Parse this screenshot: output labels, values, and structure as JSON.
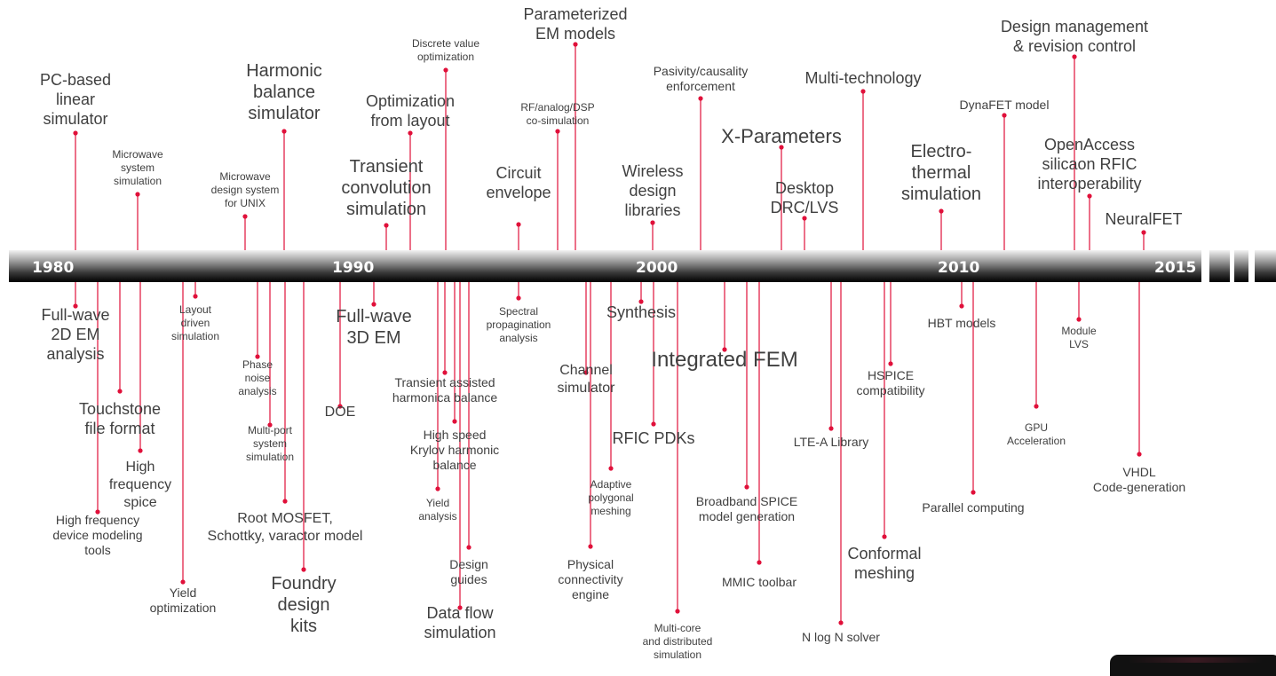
{
  "timeline": {
    "years": [
      "1980",
      "1990",
      "2000",
      "2010",
      "2015"
    ],
    "accent_color": "#e0103a",
    "bar_dark": "#111111",
    "bar_light": "#e6e6e6"
  },
  "milestones_above": [
    {
      "id": "pc-based-linear",
      "lines": [
        "PC-based",
        "linear",
        "simulator"
      ]
    },
    {
      "id": "microwave-system-sim",
      "lines": [
        "Microwave",
        "system",
        "simulation"
      ]
    },
    {
      "id": "microwave-design-unix",
      "lines": [
        "Microwave",
        "design system",
        "for UNIX"
      ]
    },
    {
      "id": "harmonic-balance",
      "lines": [
        "Harmonic",
        "balance",
        "simulator"
      ]
    },
    {
      "id": "transient-convolution",
      "lines": [
        "Transient",
        "convolution",
        "simulation"
      ]
    },
    {
      "id": "optimization-from-layout",
      "lines": [
        "Optimization",
        "from layout"
      ]
    },
    {
      "id": "discrete-value-opt",
      "lines": [
        "Discrete value",
        "optimization"
      ]
    },
    {
      "id": "circuit-envelope",
      "lines": [
        "Circuit",
        "envelope"
      ]
    },
    {
      "id": "rf-analog-dsp",
      "lines": [
        "RF/analog/DSP",
        "co-simulation"
      ]
    },
    {
      "id": "parameterized-em",
      "lines": [
        "Parameterized",
        "EM models"
      ]
    },
    {
      "id": "wireless-design-libraries",
      "lines": [
        "Wireless",
        "design",
        "libraries"
      ]
    },
    {
      "id": "passivity-causality",
      "lines": [
        "Pasivity/causality",
        "enforcement"
      ]
    },
    {
      "id": "x-parameters",
      "lines": [
        "X-Parameters"
      ]
    },
    {
      "id": "desktop-drc-lvs",
      "lines": [
        "Desktop",
        "DRC/LVS"
      ]
    },
    {
      "id": "multi-technology",
      "lines": [
        "Multi-technology"
      ]
    },
    {
      "id": "electro-thermal",
      "lines": [
        "Electro-",
        "thermal",
        "simulation"
      ]
    },
    {
      "id": "dynafet",
      "lines": [
        "DynaFET model"
      ]
    },
    {
      "id": "design-management",
      "lines": [
        "Design management",
        "& revision control"
      ]
    },
    {
      "id": "openaccess",
      "lines": [
        "OpenAccess",
        "silicaon RFIC",
        "interoperability"
      ]
    },
    {
      "id": "neuralfet",
      "lines": [
        "NeuralFET"
      ]
    }
  ],
  "milestones_below": [
    {
      "id": "full-wave-2d",
      "lines": [
        "Full-wave",
        "2D EM",
        "analysis"
      ]
    },
    {
      "id": "touchstone",
      "lines": [
        "Touchstone",
        "file format"
      ]
    },
    {
      "id": "hf-device-modeling",
      "lines": [
        "High frequency",
        "device modeling",
        "tools"
      ]
    },
    {
      "id": "high-frequency-spice",
      "lines": [
        "High",
        "frequency",
        "spice"
      ]
    },
    {
      "id": "yield-optimization",
      "lines": [
        "Yield",
        "optimization"
      ]
    },
    {
      "id": "layout-driven",
      "lines": [
        "Layout",
        "driven",
        "simulation"
      ]
    },
    {
      "id": "phase-noise",
      "lines": [
        "Phase",
        "noise",
        "analysis"
      ]
    },
    {
      "id": "multi-port-system",
      "lines": [
        "Multi-port",
        "system",
        "simulation"
      ]
    },
    {
      "id": "root-mosfet",
      "lines": [
        "Root MOSFET,",
        "Schottky, varactor model"
      ]
    },
    {
      "id": "foundry-design-kits",
      "lines": [
        "Foundry",
        "design",
        "kits"
      ]
    },
    {
      "id": "doe",
      "lines": [
        "DOE"
      ]
    },
    {
      "id": "full-wave-3d",
      "lines": [
        "Full-wave",
        "3D EM"
      ]
    },
    {
      "id": "transient-assisted-hb",
      "lines": [
        "Transient assisted",
        "harmonica balance"
      ]
    },
    {
      "id": "high-speed-krylov",
      "lines": [
        "High speed",
        "Krylov harmonic",
        "balance"
      ]
    },
    {
      "id": "yield-analysis",
      "lines": [
        "Yield",
        "analysis"
      ]
    },
    {
      "id": "data-flow-simulation",
      "lines": [
        "Data flow",
        "simulation"
      ]
    },
    {
      "id": "design-guides",
      "lines": [
        "Design",
        "guides"
      ]
    },
    {
      "id": "spectral-propagation",
      "lines": [
        "Spectral",
        "propagination",
        "analysis"
      ]
    },
    {
      "id": "channel-simulator",
      "lines": [
        "Channel",
        "simulator"
      ]
    },
    {
      "id": "physical-connectivity",
      "lines": [
        "Physical",
        "connectivity",
        "engine"
      ]
    },
    {
      "id": "adaptive-polygonal",
      "lines": [
        "Adaptive",
        "polygonal",
        "meshing"
      ]
    },
    {
      "id": "synthesis",
      "lines": [
        "Synthesis"
      ]
    },
    {
      "id": "rfic-pdks",
      "lines": [
        "RFIC PDKs"
      ]
    },
    {
      "id": "multi-core",
      "lines": [
        "Multi-core",
        "and distributed",
        "simulation"
      ]
    },
    {
      "id": "integrated-fem",
      "lines": [
        "Integrated FEM"
      ]
    },
    {
      "id": "broadband-spice",
      "lines": [
        "Broadband SPICE",
        "model generation"
      ]
    },
    {
      "id": "mmic-toolbar",
      "lines": [
        "MMIC toolbar"
      ]
    },
    {
      "id": "lte-a-library",
      "lines": [
        "LTE-A Library"
      ]
    },
    {
      "id": "n-log-n-solver",
      "lines": [
        "N log N solver"
      ]
    },
    {
      "id": "conformal-meshing",
      "lines": [
        "Conformal",
        "meshing"
      ]
    },
    {
      "id": "hspice-compat",
      "lines": [
        "HSPICE",
        "compatibility"
      ]
    },
    {
      "id": "hbt-models",
      "lines": [
        "HBT models"
      ]
    },
    {
      "id": "parallel-computing",
      "lines": [
        "Parallel computing"
      ]
    },
    {
      "id": "gpu-acceleration",
      "lines": [
        "GPU",
        "Acceleration"
      ]
    },
    {
      "id": "module-lvs",
      "lines": [
        "Module",
        "LVS"
      ]
    },
    {
      "id": "vhdl-codegen",
      "lines": [
        "VHDL",
        "Code-generation"
      ]
    }
  ]
}
